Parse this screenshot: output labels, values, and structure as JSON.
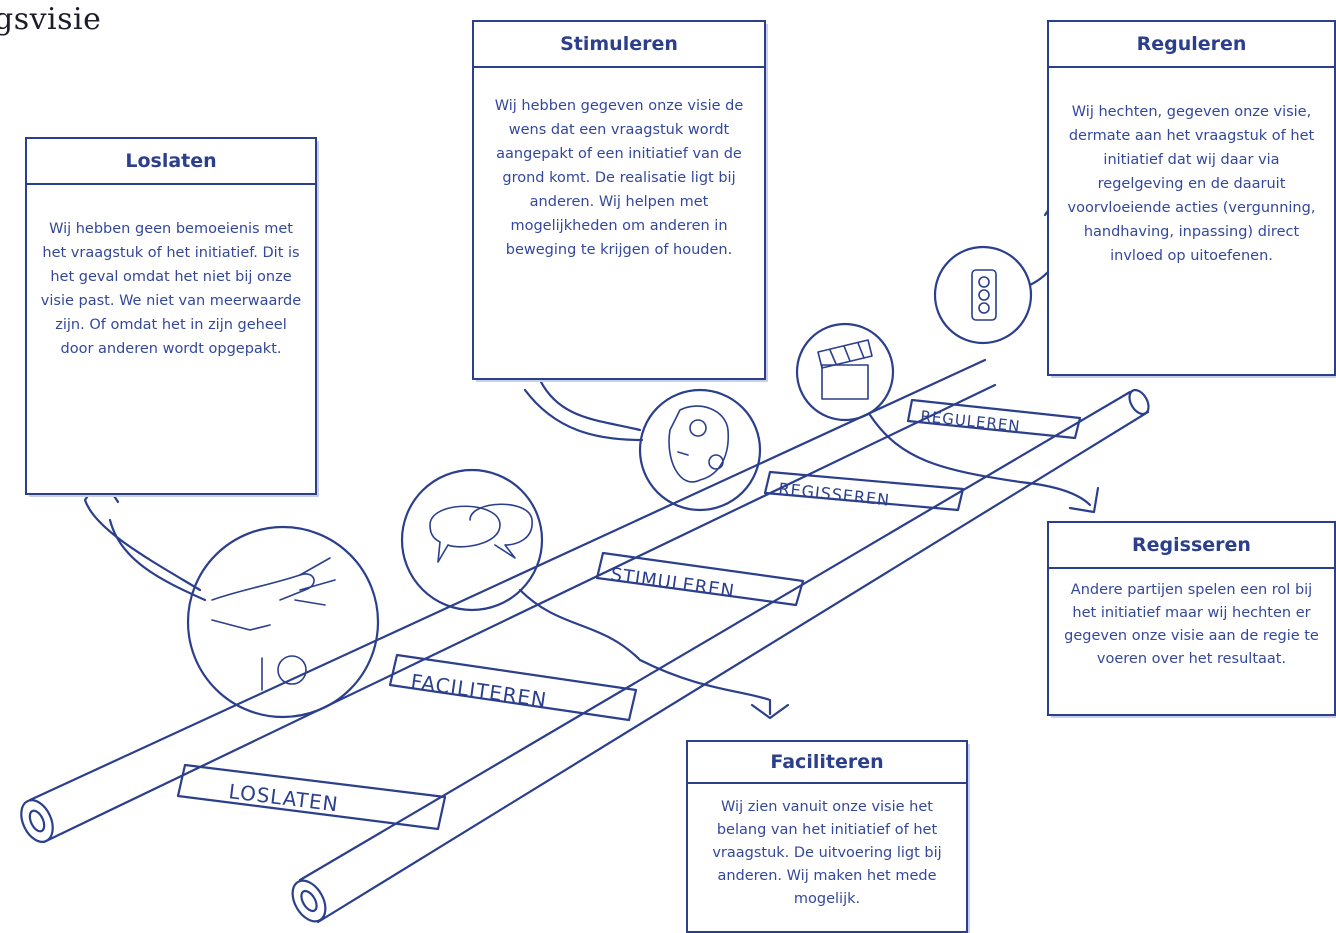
{
  "title": "gsvisie",
  "boxes": {
    "loslaten": {
      "heading": "Loslaten",
      "text": "Wij hebben geen bemoeienis met het vraagstuk of het initiatief. Dit is het geval omdat het niet bij onze visie past. We niet van meerwaarde zijn. Of omdat het in zijn geheel door anderen wordt opgepakt."
    },
    "stimuleren": {
      "heading": "Stimuleren",
      "text": "Wij hebben gegeven onze visie de wens dat een vraagstuk wordt aangepakt of een initiatief van de grond komt. De realisatie ligt bij anderen. Wij helpen met mogelijkheden om anderen in beweging te krijgen of houden."
    },
    "reguleren": {
      "heading": "Reguleren",
      "text": "Wij hechten, gegeven onze visie, dermate aan het vraagstuk of het initiatief dat wij daar via regelgeving en de daaruit voorvloeiende acties (vergunning, handhaving, inpassing) direct invloed op uitoefenen."
    },
    "regisseren": {
      "heading": "Regisseren",
      "text": "Andere partijen spelen een rol bij het initiatief maar wij hechten er gegeven onze visie aan de regie te voeren over het resultaat."
    },
    "faciliteren": {
      "heading": "Faciliteren",
      "text": "Wij zien vanuit onze visie het belang van het initiatief of het vraagstuk. De uitvoering ligt bij anderen. Wij maken het mede mogelijk."
    }
  },
  "rungs": {
    "loslaten": "LOSLATEN",
    "faciliteren": "FACILITEREN",
    "stimuleren": "STIMULEREN",
    "regisseren": "REGISSEREN",
    "reguleren": "REGULEREN"
  },
  "icons": [
    "hand-letting-go-icon",
    "speech-bubbles-icon",
    "thinking-face-icon",
    "clapperboard-icon",
    "traffic-light-icon"
  ],
  "colors": {
    "ink": "#2b3f8c",
    "paper": "#ffffff"
  }
}
